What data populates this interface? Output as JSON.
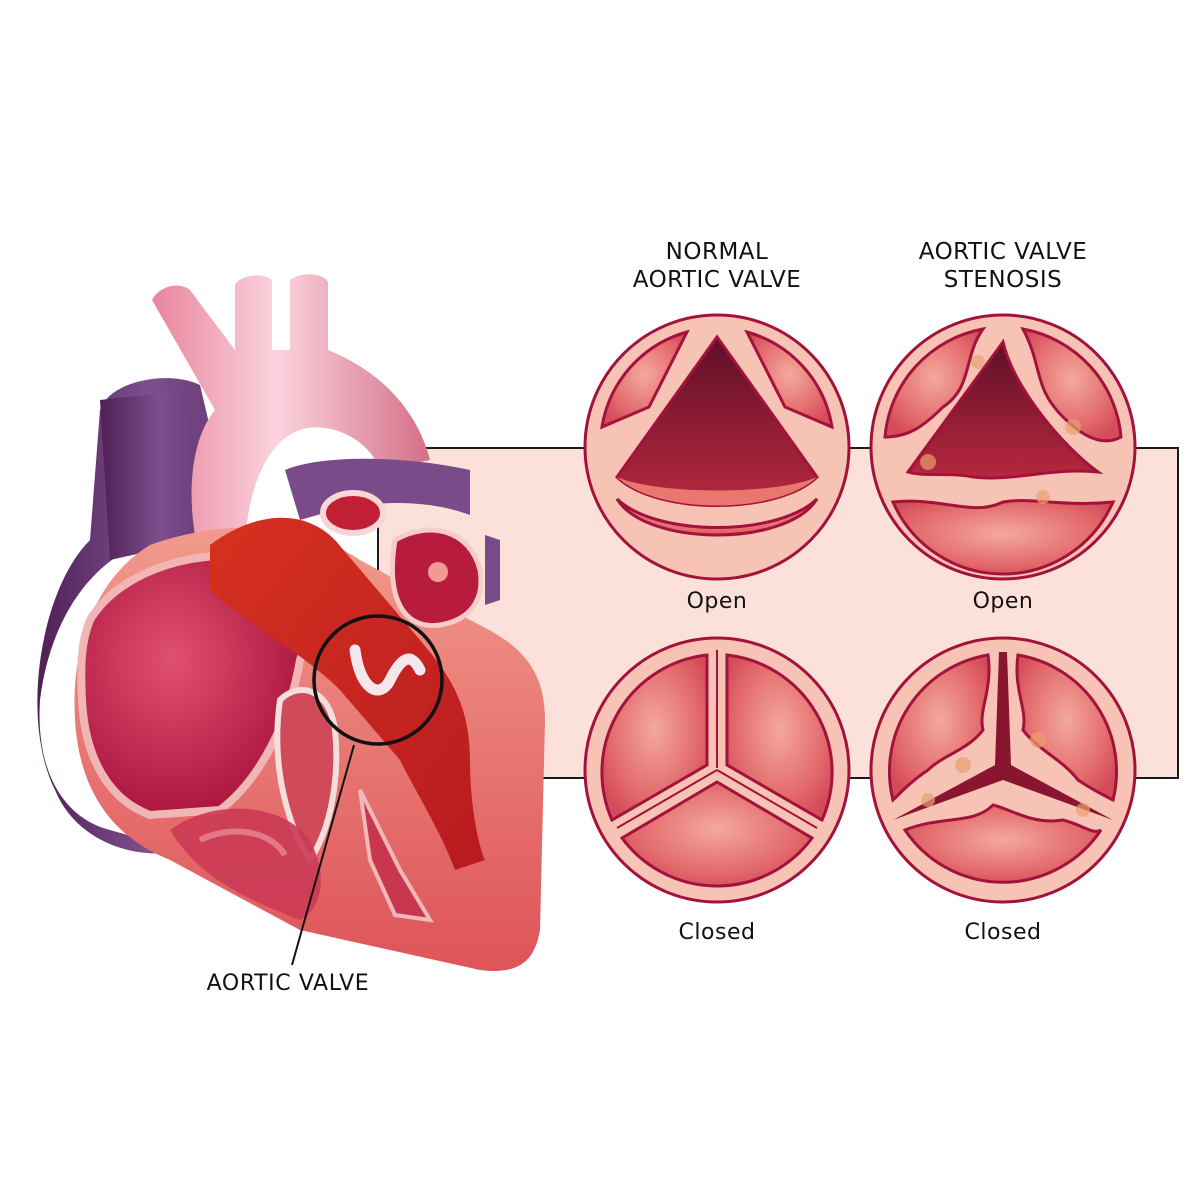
{
  "diagram": {
    "type": "medical-illustration",
    "subject": "Aortic valve stenosis",
    "colors": {
      "background": "#ffffff",
      "highlight_box": "#fce1da",
      "box_border": "#1a1a1a",
      "valve_outline": "#a3123a",
      "valve_rim": "#f7c3b5",
      "valve_leaflet": "#e2626a",
      "valve_lumen": "#7d1530",
      "calcification": "#e8a070",
      "aorta": "#ef9fb0",
      "vein_purple": "#7a4b89",
      "chamber_red": "#c81d45",
      "arterial_red": "#cc2a1e",
      "myocardium": "#e46b6b"
    }
  },
  "heart": {
    "callout_label": "AORTIC VALVE"
  },
  "columns": [
    {
      "title_line1": "NORMAL",
      "title_line2": "AORTIC VALVE",
      "open_label": "Open",
      "closed_label": "Closed"
    },
    {
      "title_line1": "AORTIC VALVE",
      "title_line2": "STENOSIS",
      "open_label": "Open",
      "closed_label": "Closed"
    }
  ]
}
